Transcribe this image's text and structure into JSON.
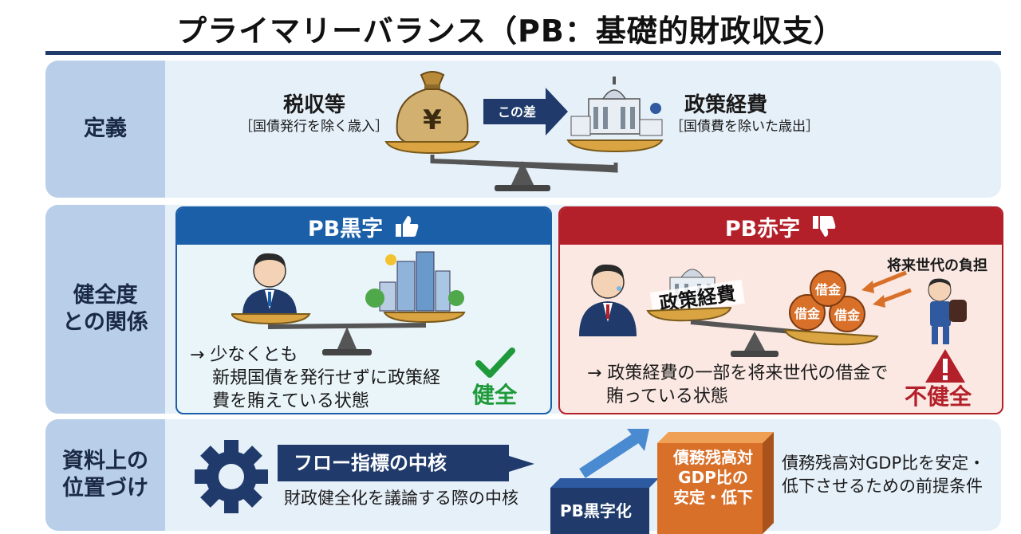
{
  "title": "プライマリーバランス（PB：基礎的財政収支）",
  "rows": {
    "definition": {
      "label": "定義",
      "left_title": "税収等",
      "left_sub": "［国債発行を除く歳入］",
      "arrow_label": "この差",
      "right_title": "政策経費",
      "right_sub": "［国債費を除いた歳出］",
      "yen_symbol": "¥"
    },
    "health": {
      "label": "健全度\nとの関係",
      "surplus": {
        "header": "PB黒字",
        "icon": "thumbs-up-icon",
        "text_line1": "→ 少なくとも",
        "text_line2": "新規国債を発行せずに政策経",
        "text_line3": "費を賄えている状態",
        "verdict": "健全"
      },
      "deficit": {
        "header": "PB赤字",
        "icon": "thumbs-down-icon",
        "burden_label": "将来世代の負担",
        "expense_label": "政策経費",
        "debt_label": "借金",
        "text_line1": "→ 政策経費の一部を将来世代の借金で",
        "text_line2": "賄っている状態",
        "verdict": "不健全"
      }
    },
    "position": {
      "label": "資料上の\n位置づけ",
      "flow_label": "フロー指標の中核",
      "flow_sub": "財政健全化を議論する際の中核",
      "step1": "PB黒字化",
      "step2_line1": "債務残高対",
      "step2_line2": "GDP比の",
      "step2_line3": "安定・低下",
      "right_line1": "債務残高対GDP比を安定・",
      "right_line2": "低下させるための前提条件"
    }
  },
  "colors": {
    "navy": "#1f3a6b",
    "blue": "#1b5fa8",
    "red": "#b3202a",
    "green": "#1f9a3a",
    "orange": "#d9702a",
    "gold": "#c89a3c"
  }
}
